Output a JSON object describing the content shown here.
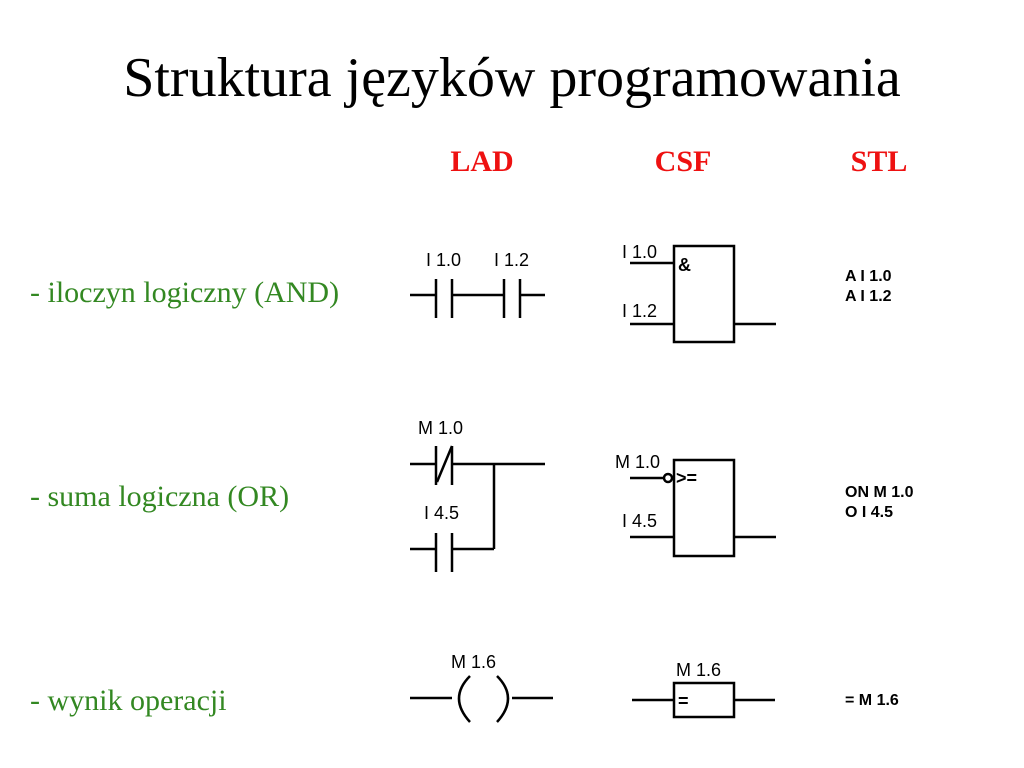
{
  "title": "Struktura języków programowania",
  "colors": {
    "header": "#ee1111",
    "label": "#338822",
    "ink": "#000000"
  },
  "columns": {
    "lad": "LAD",
    "csf": "CSF",
    "stl": "STL"
  },
  "rows": {
    "and": {
      "label": "- iloczyn logiczny (AND)",
      "lad": {
        "contact1": "I 1.0",
        "contact2": "I 1.2"
      },
      "csf": {
        "input1": "I 1.0",
        "input2": "I 1.2",
        "symbol": "&"
      },
      "stl": [
        "A I 1.0",
        "A I 1.2"
      ]
    },
    "or": {
      "label": "- suma logiczna (OR)",
      "lad": {
        "contact1": "M 1.0",
        "contact2": "I 4.5"
      },
      "csf": {
        "input1": "M 1.0",
        "input2": "I 4.5",
        "symbol": ">="
      },
      "stl": [
        "ON M 1.0",
        "O I 4.5"
      ]
    },
    "result": {
      "label": "- wynik operacji",
      "lad": {
        "coil": "M 1.6"
      },
      "csf": {
        "block": "M 1.6",
        "symbol": "="
      },
      "stl": [
        "= M 1.6"
      ]
    }
  }
}
